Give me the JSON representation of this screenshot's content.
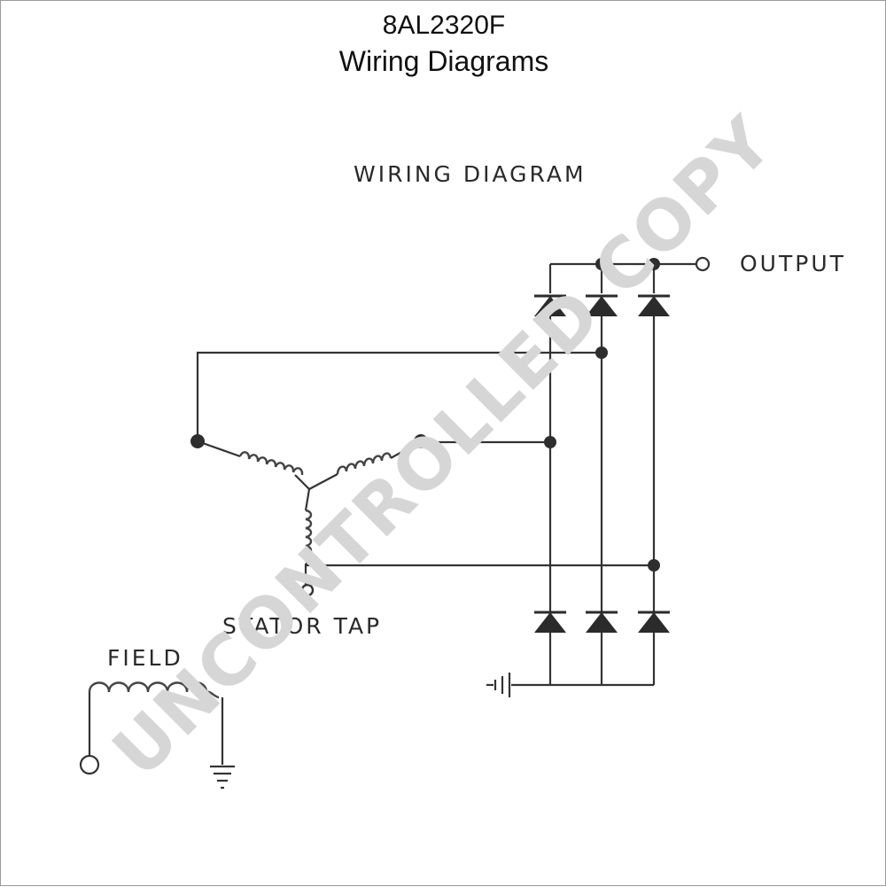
{
  "header": {
    "model_id": "8AL2320F",
    "page_title": "Wiring Diagrams"
  },
  "diagram": {
    "heading": "WIRING DIAGRAM",
    "labels": {
      "output": "OUTPUT",
      "stator_tap": "STATOR TAP",
      "field": "FIELD"
    },
    "components": [
      {
        "name": "rectifier-diodes",
        "count": 6
      },
      {
        "name": "stator-windings",
        "count": 3
      },
      {
        "name": "field-coil",
        "count": 1
      },
      {
        "name": "ground-symbols",
        "count": 2
      }
    ]
  },
  "watermark": {
    "text": "UNCONTROLLED COPY",
    "color": "#d6d6d6"
  },
  "colors": {
    "line": "#333333",
    "text": "#2a2a2a"
  }
}
